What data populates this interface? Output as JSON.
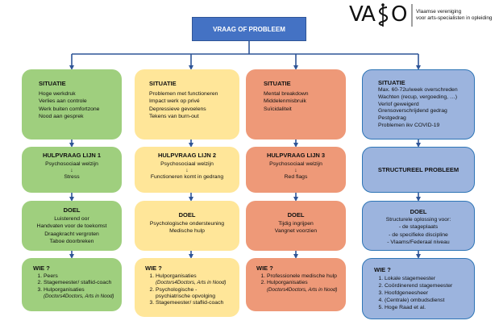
{
  "logo": {
    "wordmark_left": "VA",
    "wordmark_right": "O",
    "line1": "Vlaamse vereniging",
    "line2": "voor arts-specialisten in opleiding"
  },
  "top": {
    "label": "VRAAG OF PROBLEEM"
  },
  "columns": [
    {
      "situation": {
        "title": "SITUATIE",
        "items": [
          "Hoge werkdruk",
          "Verlies aan controle",
          "Werk buiten comfortzone",
          "Nood aan gesprek"
        ]
      },
      "help": {
        "title": "HULPVRAAG LIJN 1",
        "line1": "Psychosociaal welzijn",
        "arrow": "↓",
        "line2": "Stress"
      },
      "goal": {
        "title": "DOEL",
        "items": [
          "Luisterend oor",
          "Handvaten voor de toekomst",
          "Draagkracht vergroten",
          "Taboe doorbreken"
        ]
      },
      "who": {
        "title": "WIE ?",
        "items": [
          "Peers",
          "Stagemeester/ staflid-coach",
          "Hulporganisaties"
        ],
        "note": "(Doctors4Doctors, Arts in Nood)"
      }
    },
    {
      "situation": {
        "title": "SITUATIE",
        "items": [
          "Problemen met functioneren",
          "Impact werk op privé",
          "Depressieve gevoelens",
          "Tekens van burn-out"
        ]
      },
      "help": {
        "title": "HULPVRAAG LIJN 2",
        "line1": "Psychosociaal welzijn",
        "arrow": "↓",
        "line2": "Functioneren komt in gedrang"
      },
      "goal": {
        "title": "DOEL",
        "items": [
          "Psychologische ondersteuning",
          "Medische hulp"
        ]
      },
      "who": {
        "title": "WIE ?",
        "items": [
          "Hulporganisaties",
          "Psychologische - psychiatrische opvolging",
          "Stagemeester/ staflid-coach"
        ],
        "note": "(Doctors4Doctors, Arts in Nood)"
      }
    },
    {
      "situation": {
        "title": "SITUATIE",
        "items": [
          "Mental breakdown",
          "Middelenmisbruik",
          "Suïcidaliteit"
        ]
      },
      "help": {
        "title": "HULPVRAAG LIJN 3",
        "line1": "Psychosociaal welzijn",
        "arrow": "↓",
        "line2": "Red flags"
      },
      "goal": {
        "title": "DOEL",
        "items": [
          "Tijdig ingrijpen",
          "Vangnet voorzien"
        ]
      },
      "who": {
        "title": "WIE ?",
        "items": [
          "Professionele medische hulp",
          "Hulporganisaties"
        ],
        "note": "(Doctors4Doctors, Arts in Nood)"
      }
    },
    {
      "situation": {
        "title": "SITUATIE",
        "items": [
          "Max. 60-72u/week overschreden",
          "Wachten (recup, vergoeding, …)",
          "Verlof geweigerd",
          "Grensoverschrijdend gedrag",
          "Pestgedrag",
          "Problemen ikv COVID-19"
        ]
      },
      "help": {
        "title": "STRUCTUREEL PROBLEEM"
      },
      "goal": {
        "title": "DOEL",
        "items": [
          "Structurele oplossing voor:",
          "- de stageplaats",
          "- de specifieke discipline",
          "- Vlaams/Federaal niveau"
        ]
      },
      "who": {
        "title": "WIE ?",
        "items": [
          "Lokale stagemeester",
          "Coördinerend stagemeester",
          "Hoofdgeneesheer",
          "(Centrale) ombudsdienst",
          "Hoge Raad et al."
        ]
      }
    }
  ],
  "colors": {
    "top": "#4472c4",
    "arrow": "#2f5597",
    "green": "#9fcf7e",
    "yellow": "#ffe699",
    "salmon": "#ee9978",
    "blue": "#9cb4de",
    "border": "#2e75b6"
  }
}
